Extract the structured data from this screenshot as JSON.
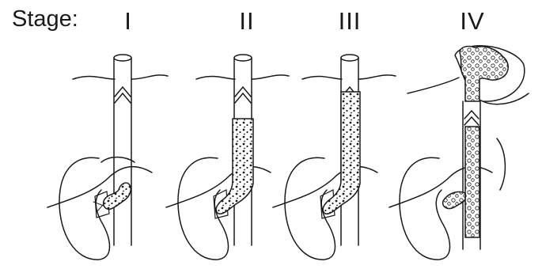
{
  "heading": "Stage:",
  "stages": [
    {
      "numeral": "I"
    },
    {
      "numeral": "II"
    },
    {
      "numeral": "III"
    },
    {
      "numeral": "IV"
    }
  ],
  "colors": {
    "ink": "#1a1a1a",
    "background": "#ffffff"
  }
}
